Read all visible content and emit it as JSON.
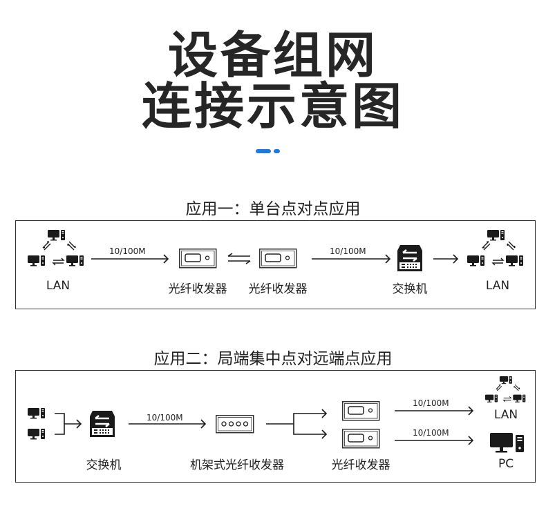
{
  "header": {
    "title_line1": "设备组网",
    "title_line2": "连接示意图",
    "accent_color": "#1f7ae0"
  },
  "app1": {
    "title": "应用一：单台点对点应用",
    "nodes": [
      {
        "icon": "lan-network-icon",
        "label": "LAN"
      },
      {
        "icon": "fiber-transceiver-icon",
        "label": "光纤收发器"
      },
      {
        "icon": "fiber-transceiver-icon",
        "label": "光纤收发器"
      },
      {
        "icon": "switch-icon",
        "label": "交换机"
      },
      {
        "icon": "lan-network-icon",
        "label": "LAN"
      }
    ],
    "links": [
      {
        "from": "LAN",
        "to": "光纤收发器",
        "speed": "10/100M",
        "type": "arrow-right"
      },
      {
        "from": "光纤收发器",
        "to": "光纤收发器",
        "speed": "",
        "type": "bidirectional"
      },
      {
        "from": "光纤收发器",
        "to": "交换机",
        "speed": "10/100M",
        "type": "arrow-right"
      },
      {
        "from": "交换机",
        "to": "LAN",
        "speed": "",
        "type": "arrow-right"
      }
    ]
  },
  "app2": {
    "title": "应用二：局端集中点对远端点应用",
    "nodes": [
      {
        "icon": "pc-pair-icon",
        "label": ""
      },
      {
        "icon": "switch-icon",
        "label": "交换机"
      },
      {
        "icon": "rack-transceiver-icon",
        "label": "机架式光纤收发器"
      },
      {
        "icon": "fiber-transceiver-icon",
        "label": "光纤收发器"
      },
      {
        "icon": "lan-network-icon",
        "label": "LAN"
      },
      {
        "icon": "pc-icon",
        "label": "PC"
      }
    ],
    "links": [
      {
        "from": "PCs",
        "to": "交换机",
        "speed": "",
        "type": "merge-arrow"
      },
      {
        "from": "交换机",
        "to": "机架式光纤收发器",
        "speed": "10/100M",
        "type": "arrow-right"
      },
      {
        "from": "机架式光纤收发器",
        "to": "光纤收发器",
        "speed": "",
        "type": "split-arrow"
      },
      {
        "from": "光纤收发器",
        "to": "LAN",
        "speed": "10/100M",
        "type": "arrow-right"
      },
      {
        "from": "光纤收发器",
        "to": "PC",
        "speed": "10/100M",
        "type": "arrow-right"
      }
    ]
  }
}
